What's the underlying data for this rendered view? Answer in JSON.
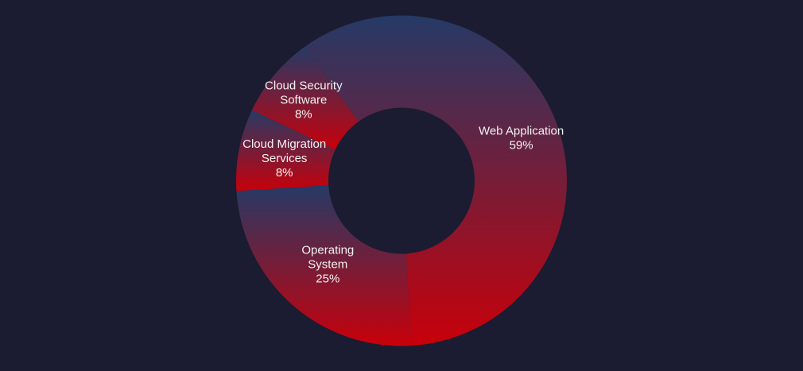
{
  "chart_data": {
    "type": "pie",
    "donut": true,
    "categories": [
      "Web Application",
      "Operating System",
      "Cloud Migration Services",
      "Cloud Security Software"
    ],
    "values": [
      59,
      25,
      8,
      8
    ],
    "value_labels": [
      "59%",
      "25%",
      "8%",
      "8%"
    ],
    "label_lines": [
      [
        "Web Application"
      ],
      [
        "Operating",
        "System"
      ],
      [
        "Cloud Migration",
        "Services"
      ],
      [
        "Cloud Security",
        "Software"
      ]
    ],
    "title": "",
    "legend": "none",
    "colors": {
      "gradient_top": "#253a66",
      "gradient_bottom": "#c8000a",
      "background": "#1b1c31",
      "label": "#f2f2f2"
    }
  }
}
